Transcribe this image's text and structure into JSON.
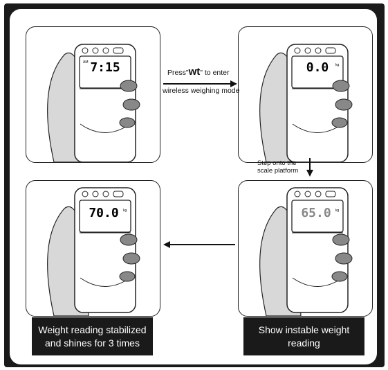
{
  "panels": [
    {
      "id": "p1",
      "display": "7:15",
      "ampm": "AM",
      "unit": ""
    },
    {
      "id": "p2",
      "display": "0.0",
      "ampm": "",
      "unit": "kg"
    },
    {
      "id": "p3",
      "display": "70.0",
      "ampm": "",
      "unit": "kg"
    },
    {
      "id": "p4",
      "display": "65.0",
      "ampm": "",
      "unit": "kg"
    }
  ],
  "arrows": {
    "right_press": "Press\"",
    "right_wt": "wt",
    "right_press_tail": "\" to enter",
    "right_mode": "wireless weighing mode",
    "down": "Step onto the\nscale platform"
  },
  "captions": {
    "left": "Weight reading stabilized\nand shines for 3 times",
    "right": "Show instable weight\nreading"
  },
  "colors": {
    "frame": "#1a1a1a",
    "hand": "#d8d8d8",
    "nail": "#666666"
  }
}
